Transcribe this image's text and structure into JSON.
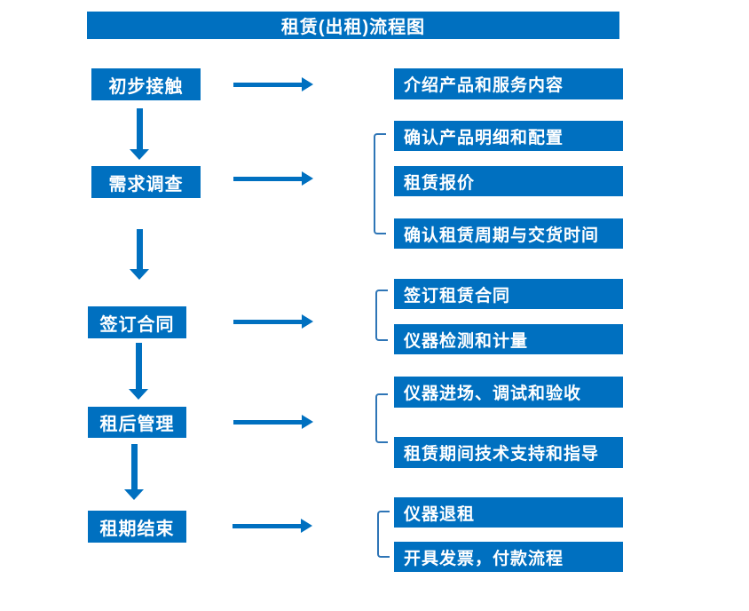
{
  "title": "租赁(出租)流程图",
  "colors": {
    "primary_blue": "#0070C0",
    "bracket_blue": "#2E75B6",
    "box_text": "#FFFFFF",
    "background": "#FFFFFF"
  },
  "icons": {
    "right_arrow": "arrow-right-icon",
    "down_arrow": "arrow-down-icon",
    "group_bracket": "bracket-left"
  },
  "flow": {
    "stages": [
      {
        "label": "初步接触",
        "outputs": [
          "介绍产品和服务内容"
        ]
      },
      {
        "label": "需求调查",
        "outputs": [
          "确认产品明细和配置",
          "租赁报价",
          "确认租赁周期与交货时间"
        ]
      },
      {
        "label": "签订合同",
        "outputs": [
          "签订租赁合同",
          "仪器检测和计量"
        ]
      },
      {
        "label": "租后管理",
        "outputs": [
          "仪器进场、调试和验收",
          "租赁期间技术支持和指导"
        ]
      },
      {
        "label": "租期结束",
        "outputs": [
          "仪器退租",
          "开具发票，付款流程"
        ]
      }
    ]
  }
}
